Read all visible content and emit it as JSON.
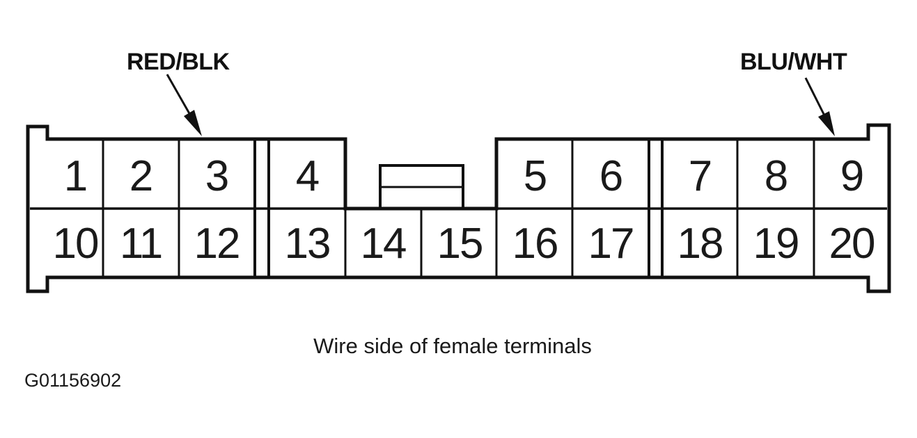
{
  "canvas": {
    "background": "#ffffff",
    "ink": "#111111"
  },
  "diagram": {
    "type": "connector-pinout",
    "wire_labels": {
      "left": {
        "text": "RED/BLK",
        "target_terminal": "3"
      },
      "right": {
        "text": "BLU/WHT",
        "target_terminal": "9"
      }
    },
    "terminals": {
      "top_row": [
        "1",
        "2",
        "3",
        "4",
        "5",
        "6",
        "7",
        "8",
        "9"
      ],
      "bottom_row": [
        "10",
        "11",
        "12",
        "13",
        "14",
        "15",
        "16",
        "17",
        "18",
        "19",
        "20"
      ]
    },
    "caption": "Wire side of female terminals",
    "figure_id": "G01156902"
  }
}
